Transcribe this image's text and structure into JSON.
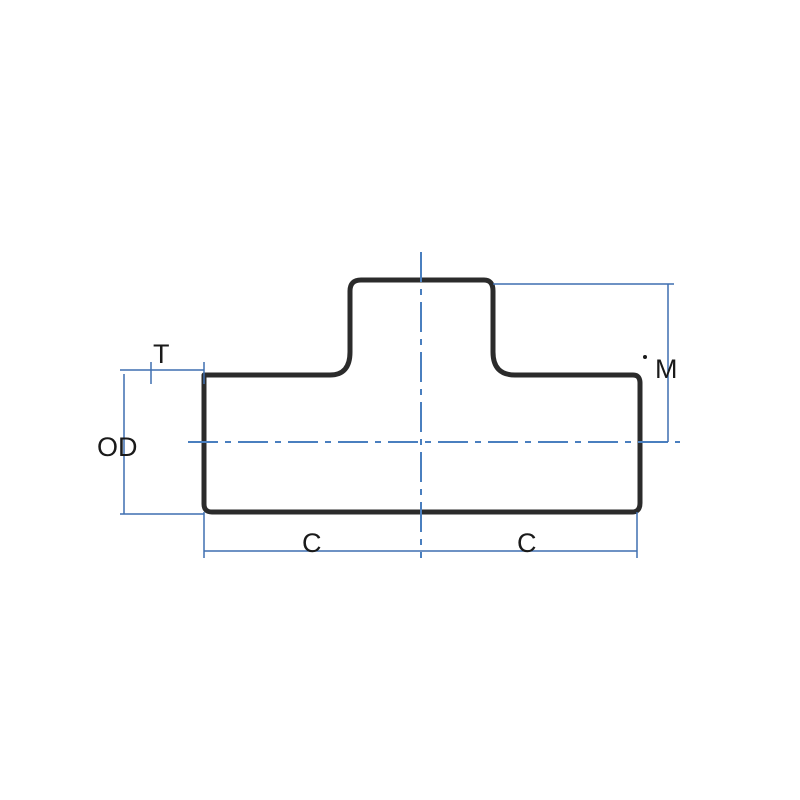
{
  "diagram": {
    "labels": {
      "thickness": "T",
      "outer_diameter": "OD",
      "center_left": "C",
      "center_right": "C",
      "branch_height": "M"
    },
    "colors": {
      "outline": "#2b2b2b",
      "dimension": "#3f6fb0",
      "centerline": "#4a7fbf",
      "text": "#1a1a1a",
      "background": "#ffffff"
    }
  }
}
